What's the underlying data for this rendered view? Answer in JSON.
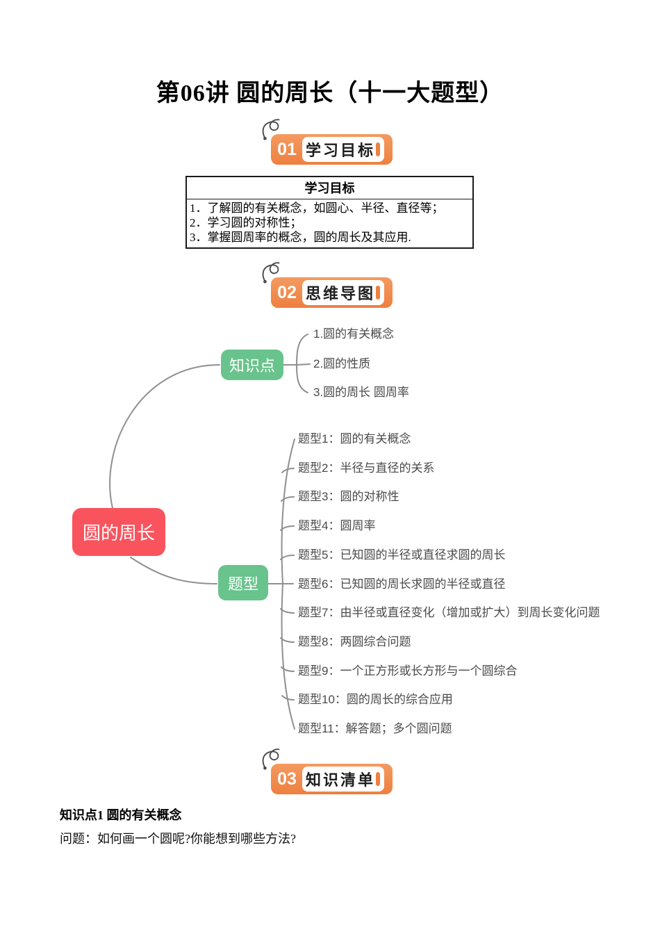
{
  "page": {
    "title": "第06讲 圆的周长（十一大题型）"
  },
  "sections": {
    "s1": {
      "number": "01",
      "label": "学习目标"
    },
    "s2": {
      "number": "02",
      "label": "思维导图"
    },
    "s3": {
      "number": "03",
      "label": "知识清单"
    }
  },
  "goals_table": {
    "header": "学习目标",
    "items": [
      "1．了解圆的有关概念，如圆心、半径、直径等；",
      "2．学习圆的对称性；",
      "3．掌握圆周率的概念，圆的周长及其应用."
    ]
  },
  "mindmap": {
    "root": "圆的周长",
    "knowledge": {
      "label": "知识点",
      "items": [
        "1.圆的有关概念",
        "2.圆的性质",
        "3.圆的周长 圆周率"
      ]
    },
    "types": {
      "label": "题型",
      "items": [
        "题型1：圆的有关概念",
        "题型2：半径与直径的关系",
        "题型3：圆的对称性",
        "题型4：圆周率",
        "题型5：已知圆的半径或直径求圆的周长",
        "题型6：已知圆的周长求圆的半径或直径",
        "题型7：由半径或直径变化（增加或扩大）到周长变化问题",
        "题型8：两圆综合问题",
        "题型9：一个正方形或长方形与一个圆综合",
        "题型10：圆的周长的综合应用",
        "题型11：解答题；多个圆问题"
      ]
    }
  },
  "body_text": {
    "heading": "知识点1 圆的有关概念",
    "question": "问题：如何画一个圆呢?你能想到哪些方法?"
  },
  "colors": {
    "badge_orange": "#EE8040",
    "node_green": "#69C38C",
    "node_red": "#F9545E",
    "connector_gray": "#8F8F8F"
  }
}
